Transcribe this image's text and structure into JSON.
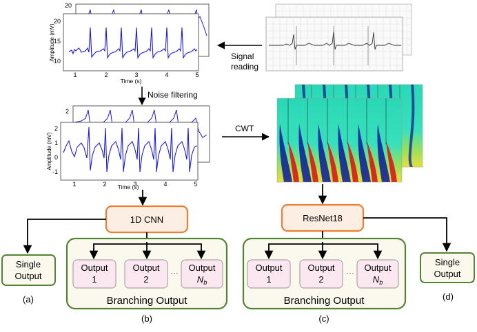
{
  "colors": {
    "ecg_blue": "#1a1ad6",
    "orange_border": "#ed7d31",
    "orange_fill": "#fdeee4",
    "green_border": "#548235",
    "green_fill": "#fbf9ee",
    "output_fill": "#fbe7f0",
    "output_border": "#a6a6a6",
    "arrow": "#000000"
  },
  "raw_plot": {
    "ylabel": "Amplitude (mV)",
    "xlabel": "Time (s)",
    "yticks": [
      "10",
      "15",
      "20"
    ],
    "back_ytick": "20",
    "xticks": [
      "1",
      "2",
      "3",
      "4",
      "5"
    ]
  },
  "filtered_plot": {
    "ylabel": "Amplitude (mV)",
    "xlabel": "Time (s)",
    "yticks": [
      "-1",
      "0",
      "1",
      "2"
    ],
    "back_ytick": "2",
    "xticks": [
      "1",
      "2",
      "3",
      "4",
      "5"
    ]
  },
  "steps": {
    "signal_reading": [
      "Signal",
      "reading"
    ],
    "noise_filtering": "Noise filtering",
    "cwt": "CWT"
  },
  "models": {
    "cnn": "1D CNN",
    "resnet": "ResNet18"
  },
  "outputs": {
    "single": [
      "Single",
      "Output"
    ],
    "output_word": "Output",
    "idx_1": "1",
    "idx_2": "2",
    "idx_nb_base": "N",
    "idx_nb_sub": "b",
    "ellipsis": "···",
    "branching": "Branching Output"
  },
  "panel_labels": {
    "a": "(a)",
    "b": "(b)",
    "c": "(c)",
    "d": "(d)"
  }
}
